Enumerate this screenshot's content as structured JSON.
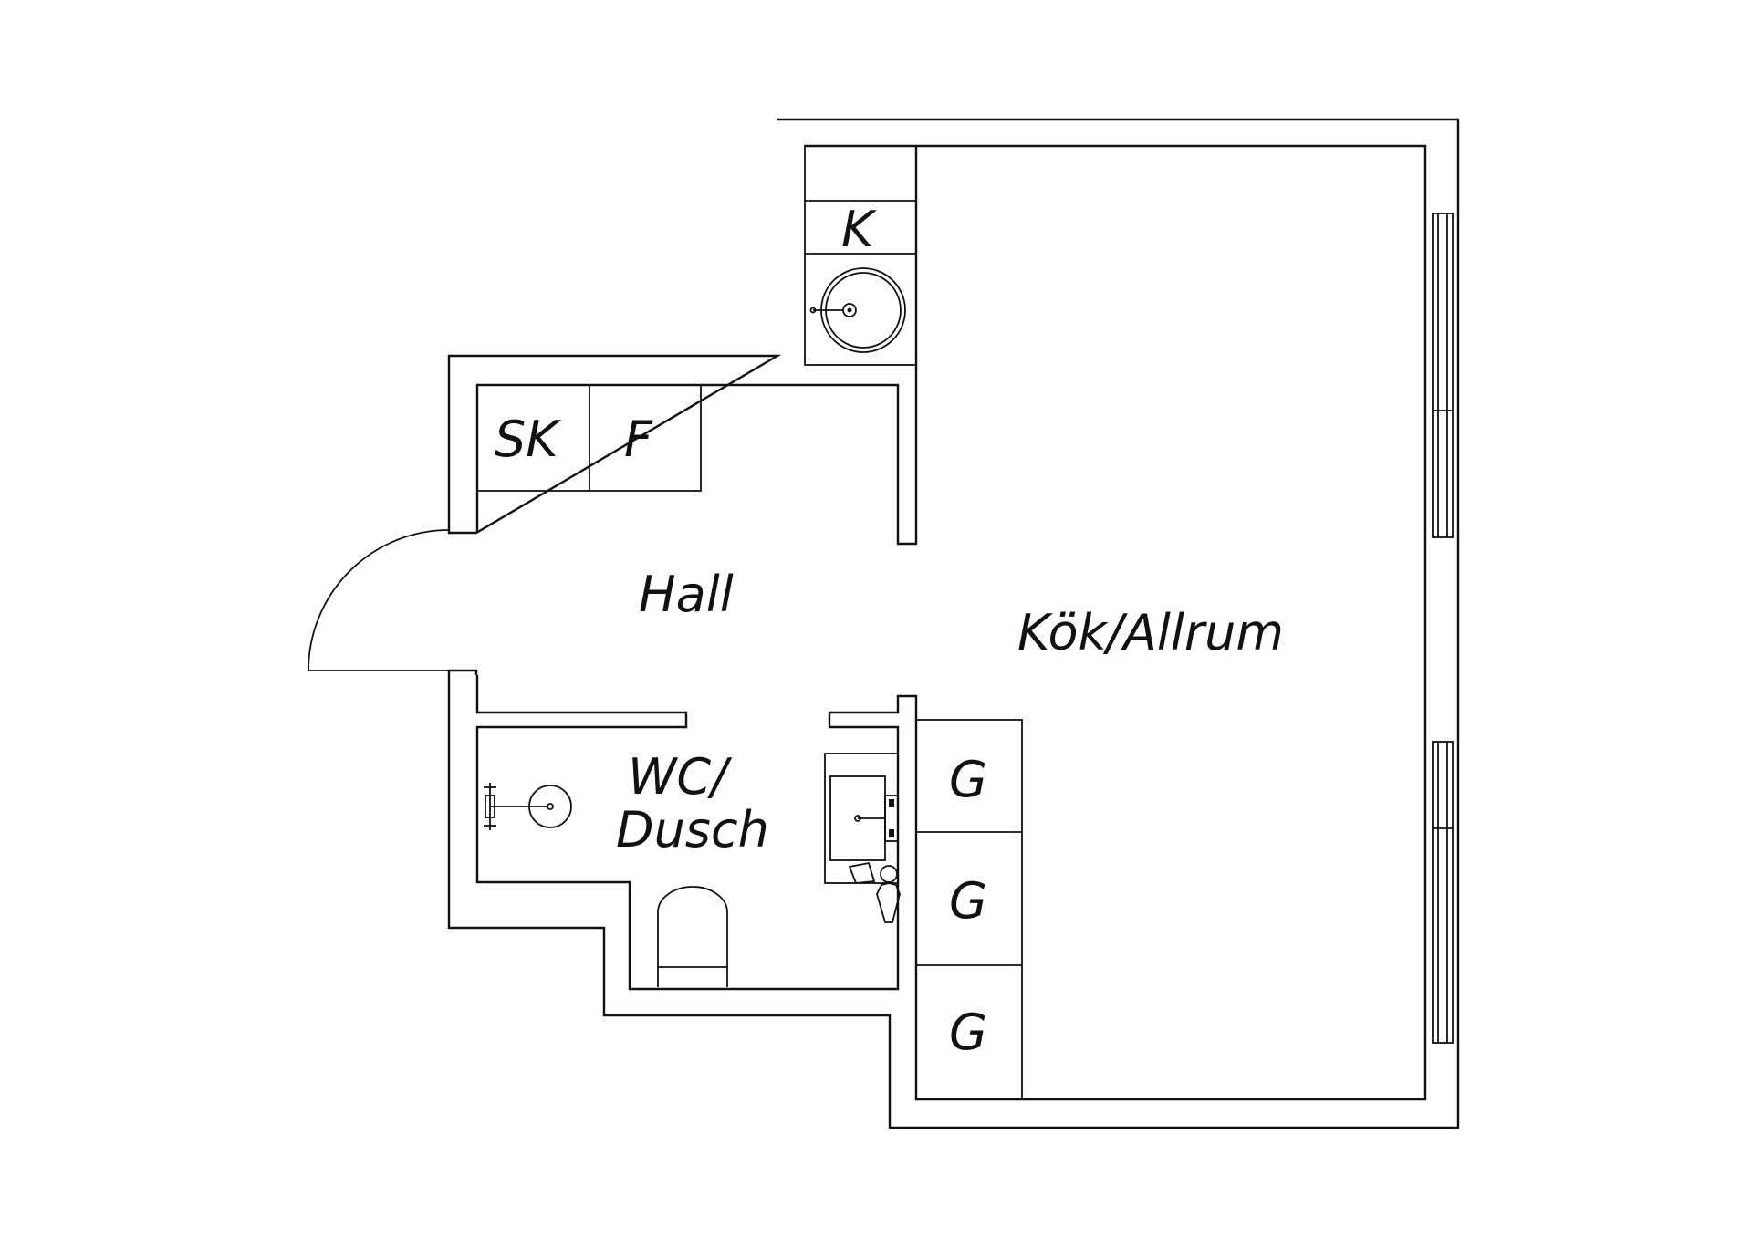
{
  "plan": {
    "rooms": {
      "kitchen_living": "Kök/Allrum",
      "hall": "Hall",
      "wc_line1": "WC/",
      "wc_line2": "Dusch"
    },
    "fixtures": {
      "kitchen_cabinet": "K",
      "shoe_cabinet": "SK",
      "fridge": "F",
      "wardrobe_1": "G",
      "wardrobe_2": "G",
      "wardrobe_3": "G"
    }
  }
}
